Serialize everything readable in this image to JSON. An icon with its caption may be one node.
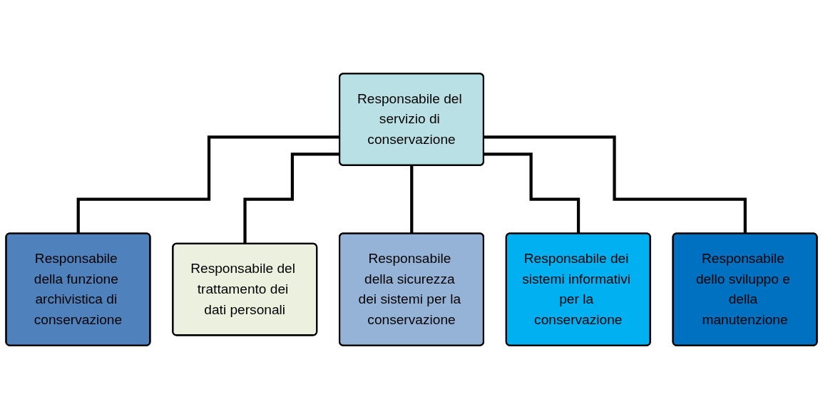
{
  "diagram": {
    "nodes": [
      {
        "text": [
          "Responsabile del servizio di conservazione"
        ]
      },
      {
        "text": [
          "Responsabile della funzione archivistica di conservazione"
        ]
      },
      {
        "text": [
          "Responsabile del trattamento dei dati personali"
        ]
      },
      {
        "text": [
          "Responsabile della sicurezza dei sistemi per la conservazione"
        ]
      },
      {
        "text": [
          "Responsabile dei sistemi informativi per la conservazione"
        ]
      },
      {
        "text": [
          "Responsabile dello sviluppo e della manutenzione"
        ]
      }
    ],
    "edges": [
      {
        "from": 0,
        "to": 1,
        "arrow": "none"
      },
      {
        "from": 0,
        "to": 2,
        "arrow": "none"
      },
      {
        "from": 0,
        "to": 3,
        "arrow": "none"
      },
      {
        "from": 0,
        "to": 4,
        "arrow": "none"
      },
      {
        "from": 0,
        "to": 5,
        "arrow": "none"
      }
    ]
  }
}
